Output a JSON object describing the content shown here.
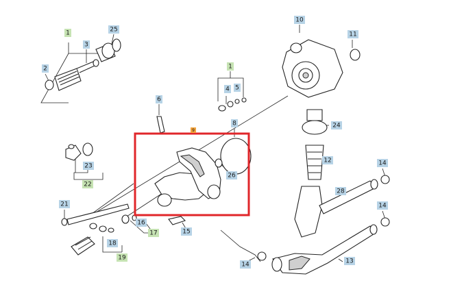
{
  "colors": {
    "callout_blue": "#b7d3e6",
    "callout_green": "#c6e3b3",
    "callout_orange": "#f3a33c",
    "highlight_frame": "#e0262a",
    "line": "#222222"
  },
  "callouts": [
    {
      "id": "c1a",
      "label": "1",
      "kind": "assembly"
    },
    {
      "id": "c25",
      "label": "25",
      "kind": "part"
    },
    {
      "id": "c3",
      "label": "3",
      "kind": "part"
    },
    {
      "id": "c2",
      "label": "2",
      "kind": "part"
    },
    {
      "id": "c23",
      "label": "23",
      "kind": "part"
    },
    {
      "id": "c22",
      "label": "22",
      "kind": "assembly"
    },
    {
      "id": "c21",
      "label": "21",
      "kind": "part"
    },
    {
      "id": "c6",
      "label": "6",
      "kind": "part"
    },
    {
      "id": "c16",
      "label": "16",
      "kind": "part"
    },
    {
      "id": "c17",
      "label": "17",
      "kind": "assembly"
    },
    {
      "id": "c18",
      "label": "18",
      "kind": "part"
    },
    {
      "id": "c19",
      "label": "19",
      "kind": "assembly"
    },
    {
      "id": "c15",
      "label": "15",
      "kind": "part"
    },
    {
      "id": "c8",
      "label": "8",
      "kind": "part"
    },
    {
      "id": "c26",
      "label": "26",
      "kind": "part"
    },
    {
      "id": "c9",
      "label": "9",
      "kind": "highlight"
    },
    {
      "id": "c1b",
      "label": "1",
      "kind": "assembly"
    },
    {
      "id": "c4",
      "label": "4",
      "kind": "part"
    },
    {
      "id": "c5",
      "label": "5",
      "kind": "part"
    },
    {
      "id": "c10",
      "label": "10",
      "kind": "part"
    },
    {
      "id": "c11",
      "label": "11",
      "kind": "part"
    },
    {
      "id": "c24",
      "label": "24",
      "kind": "part"
    },
    {
      "id": "c12",
      "label": "12",
      "kind": "part"
    },
    {
      "id": "c14a",
      "label": "14",
      "kind": "part"
    },
    {
      "id": "c28",
      "label": "28",
      "kind": "part"
    },
    {
      "id": "c14b",
      "label": "14",
      "kind": "part"
    },
    {
      "id": "c13",
      "label": "13",
      "kind": "part"
    },
    {
      "id": "c14c",
      "label": "14",
      "kind": "part"
    }
  ]
}
